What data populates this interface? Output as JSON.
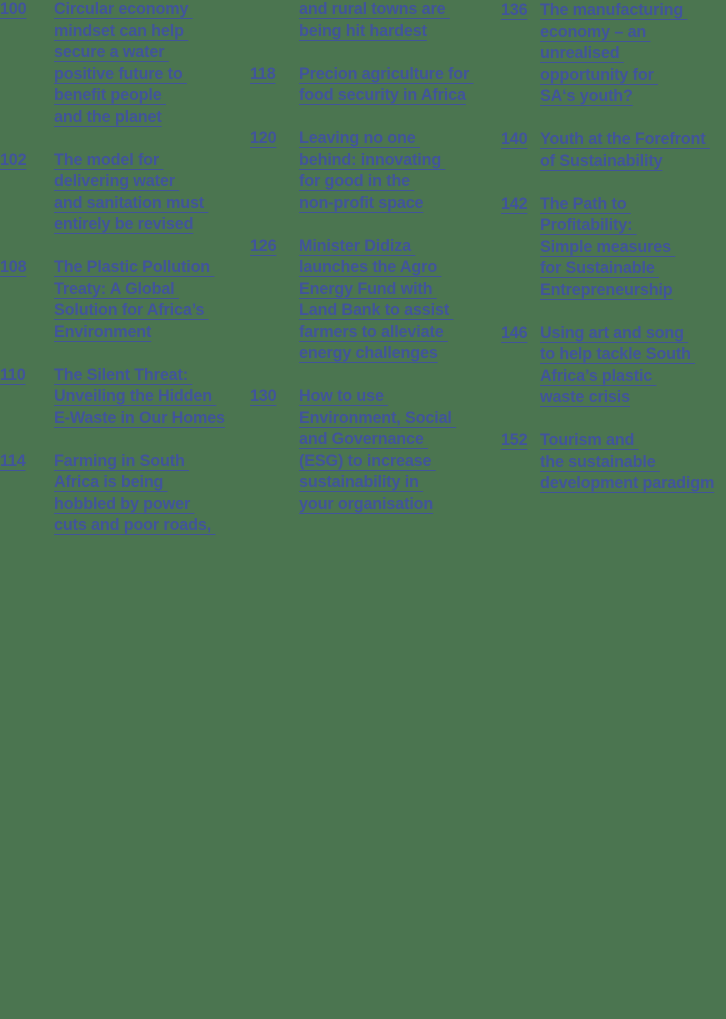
{
  "page": {
    "background_color": "#4b7550",
    "text_color": "#41549b",
    "kind": "magazine-table-of-contents"
  },
  "columns": [
    {
      "id": "column-1",
      "entries": [
        {
          "number": "100",
          "lines": [
            "Circular economy ",
            "mindset can help ",
            "secure a water ",
            "positive future to ",
            "benefit people ",
            "and the planet"
          ]
        },
        {
          "number": "102",
          "lines": [
            "The model for ",
            "delivering water ",
            "and sanitation must ",
            "entirely be revised"
          ]
        },
        {
          "number": "108",
          "lines": [
            "The Plastic Pollution ",
            "Treaty: A Global ",
            "Solution for Africa’s ",
            "Environment"
          ]
        },
        {
          "number": "110",
          "lines": [
            "The Silent Threat: ",
            "Unveiling the Hidden ",
            "E-Waste in Our Homes"
          ]
        },
        {
          "number": "114",
          "lines": [
            "Farming in South ",
            "Africa is being ",
            "hobbled by power ",
            "cuts and poor roads, "
          ]
        }
      ]
    },
    {
      "id": "column-2",
      "entries": [
        {
          "number": "",
          "lines": [
            "and rural towns are ",
            "being hit hardest"
          ]
        },
        {
          "number": "118",
          "lines": [
            "Precion agriculture for ",
            "food security in Africa"
          ]
        },
        {
          "number": "120",
          "lines": [
            "Leaving no one ",
            "behind: innovating ",
            "for good in the ",
            "non-profit space"
          ]
        },
        {
          "number": "126",
          "lines": [
            "Minister Didiza ",
            "launches the Agro ",
            "Energy Fund with ",
            "Land Bank to assist ",
            "farmers to alleviate ",
            "energy challenges"
          ]
        },
        {
          "number": "130",
          "lines": [
            "How to use ",
            "Environment, Social ",
            "and Governance ",
            "(ESG) to increase ",
            "sustainability in ",
            "your organisation"
          ]
        }
      ]
    },
    {
      "id": "column-3",
      "entries": [
        {
          "number": "136",
          "lines": [
            "The manufacturing ",
            "economy – an ",
            "unrealised ",
            "opportunity for ",
            "SA‘s youth?"
          ]
        },
        {
          "number": "140",
          "lines": [
            "Youth at the Forefront ",
            "of Sustainability"
          ]
        },
        {
          "number": "142",
          "lines": [
            "The Path to ",
            "Profitability: ",
            "Simple measures ",
            "for Sustainable ",
            "Entrepreneurship"
          ]
        },
        {
          "number": "146",
          "lines": [
            "Using art and song ",
            "to help tackle South ",
            "Africa’s plastic ",
            "waste crisis"
          ]
        },
        {
          "number": "152",
          "lines": [
            "Tourism and ",
            "the sustainable ",
            "development paradigm"
          ]
        }
      ]
    }
  ]
}
